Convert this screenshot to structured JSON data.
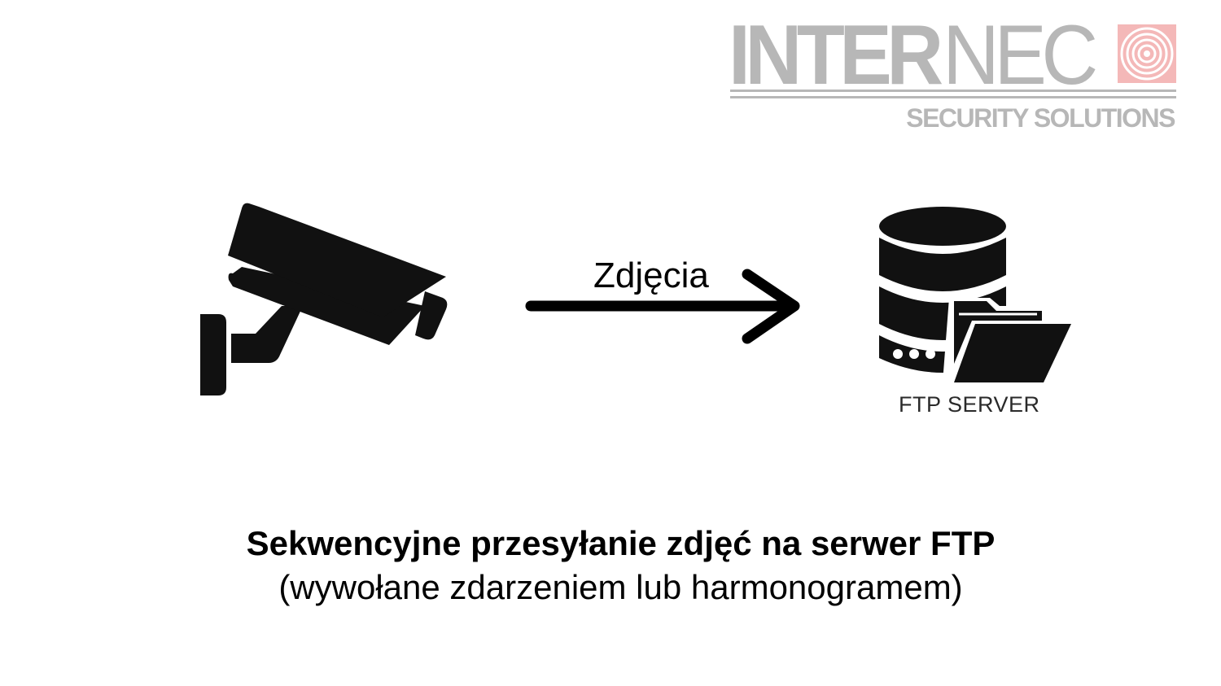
{
  "logo": {
    "word_bold": "INTER",
    "word_light": "NEC",
    "tagline": "SECURITY SOLUTIONS",
    "text_color": "#b7b7b7",
    "accent_color": "#f4b8b8",
    "target_color": "#ffffff"
  },
  "diagram": {
    "source_icon": "cctv-camera-icon",
    "arrow_label": "Zdjęcia",
    "target_icon": "database-folder-icon",
    "target_label": "FTP SERVER"
  },
  "caption": {
    "title": "Sekwencyjne przesyłanie zdjęć na serwer FTP",
    "subtitle": "(wywołane zdarzeniem lub harmonogramem)"
  }
}
